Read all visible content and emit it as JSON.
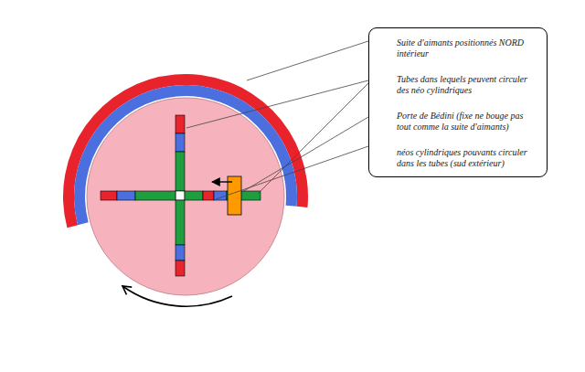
{
  "diagram": {
    "nodes": [
      {
        "text": [
          "Suite d'aimants positionnés NORD intérieur",
          "Tubes dans lequels peuvent circuler des néo cylindriques",
          "Porte de Bédini (fixe ne bouge pas tout comme la suite d'aimants)",
          "néos cylindriques pouvants circuler dans les tubes (sud extérieur)"
        ]
      }
    ]
  }
}
